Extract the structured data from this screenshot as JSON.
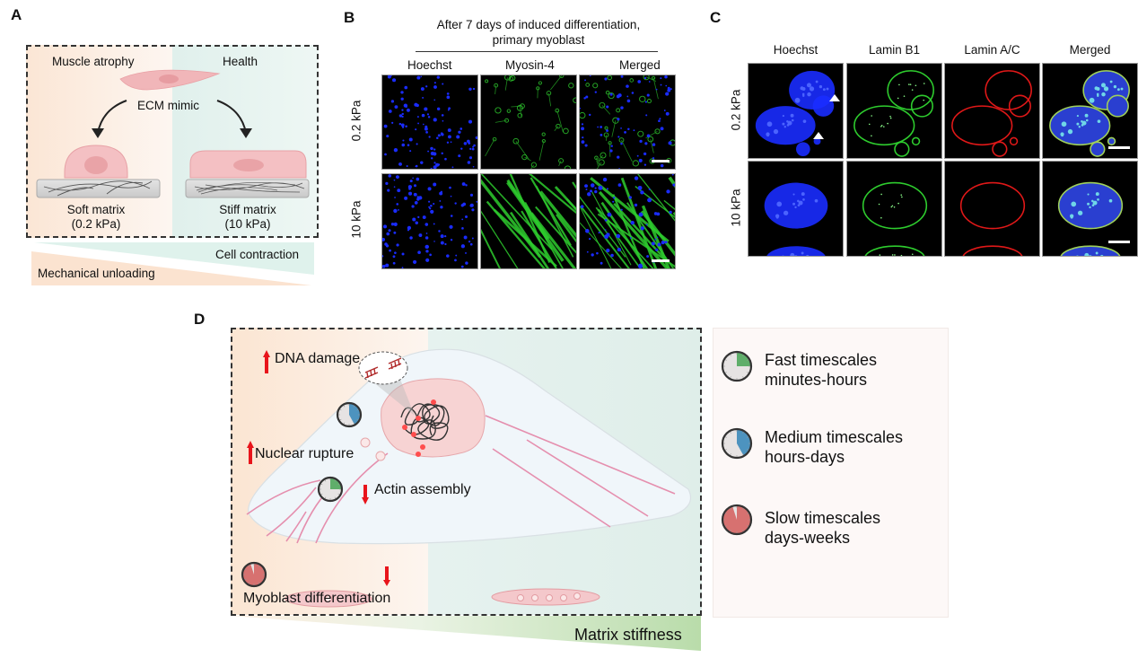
{
  "panelA": {
    "letter": "A",
    "left_title": "Muscle atrophy",
    "right_title": "Health",
    "center_label": "ECM mimic",
    "soft_label_line1": "Soft matrix",
    "soft_label_line2": "(0.2 kPa)",
    "stiff_label_line1": "Stiff matrix",
    "stiff_label_line2": "(10 kPa)",
    "gradient_top": "Cell contraction",
    "gradient_bottom": "Mechanical unloading"
  },
  "panelB": {
    "letter": "B",
    "title_line1": "After 7 days of induced differentiation,",
    "title_line2": "primary myoblast",
    "columns": [
      "Hoechst",
      "Myosin-4",
      "Merged"
    ],
    "rows": [
      "0.2 kPa",
      "10 kPa"
    ]
  },
  "panelC": {
    "letter": "C",
    "columns": [
      "Hoechst",
      "Lamin B1",
      "Lamin A/C",
      "Merged"
    ],
    "rows": [
      "0.2 kPa",
      "10 kPa"
    ]
  },
  "panelD": {
    "letter": "D",
    "labels": {
      "dna_damage": "DNA damage",
      "nuclear_rupture": "Nuclear rupture",
      "actin_assembly": "Actin assembly",
      "myoblast_differentiation": "Myoblast differentiation"
    },
    "gradient_label": "Matrix stiffness",
    "legend": [
      {
        "line1": "Fast timescales",
        "line2": "minutes-hours",
        "color": "#5fae6a",
        "fraction": 0.25
      },
      {
        "line1": "Medium timescales",
        "line2": "hours-days",
        "color": "#4d93bf",
        "fraction": 0.42
      },
      {
        "line1": "Slow timescales",
        "line2": "days-weeks",
        "color": "#d77170",
        "fraction": 0.95
      }
    ]
  },
  "colors": {
    "hoechst": "#1a2cff",
    "green": "#2ecc2e",
    "red": "#e01818",
    "arrow_red": "#e8141b",
    "soft_bg": "#fdf0e4",
    "stiff_bg": "#e6f3ef",
    "cell_pink": "#f4c5c7"
  }
}
